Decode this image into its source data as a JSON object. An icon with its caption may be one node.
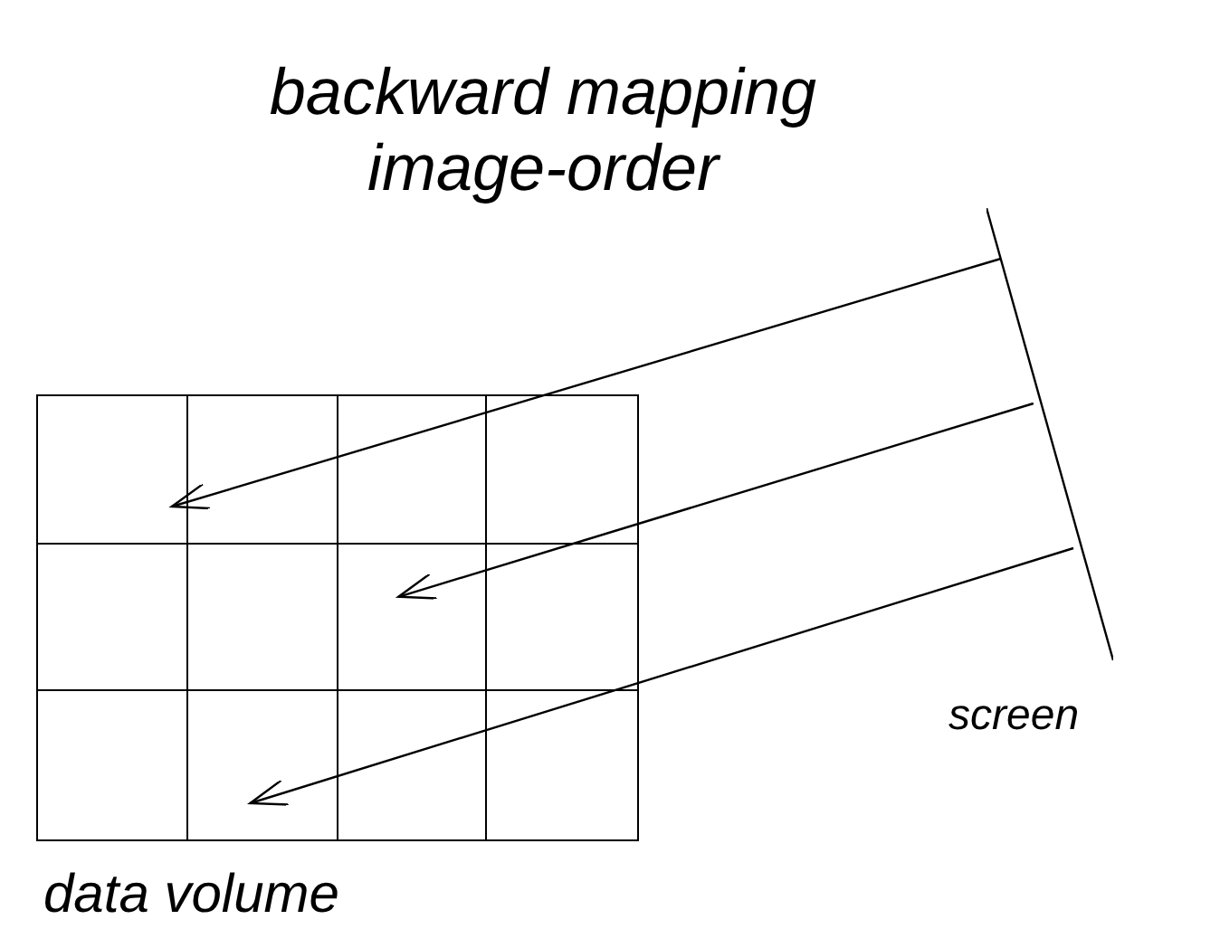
{
  "diagram": {
    "title": "backward mapping image-order",
    "nodes": [
      {
        "text": [],
        "shape": "box",
        "beside": [
          "data volume"
        ]
      },
      {
        "text": [],
        "shape": "bar",
        "beside": [
          "screen"
        ]
      }
    ],
    "edges": [
      {
        "from": 1,
        "to": 0,
        "arrow": "to"
      },
      {
        "from": 1,
        "to": 0,
        "arrow": "to"
      },
      {
        "from": 1,
        "to": 0,
        "arrow": "to"
      }
    ]
  }
}
